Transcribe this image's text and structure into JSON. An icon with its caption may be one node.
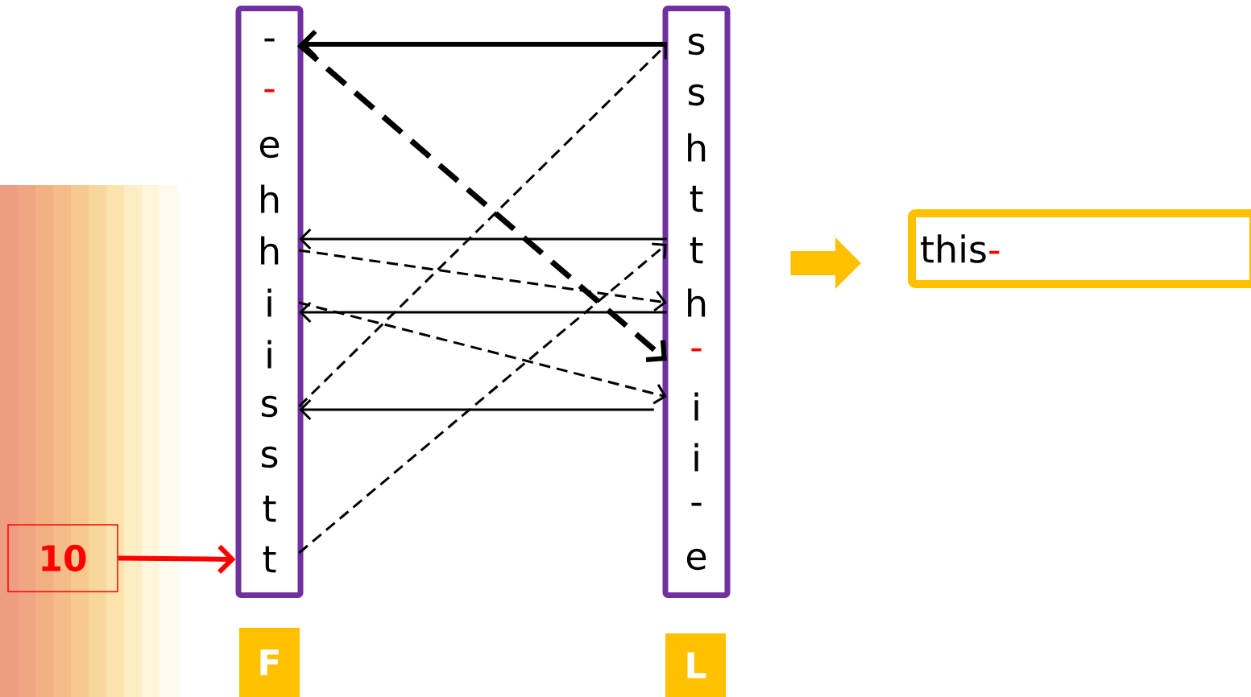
{
  "diagram": {
    "nodes": [
      {
        "text": [],
        "shape": "box"
      },
      {
        "text": [
          "-"
        ],
        "in": 0
      },
      {
        "text": [
          "-"
        ],
        "in": 0
      },
      {
        "text": [
          "e"
        ],
        "in": 0
      },
      {
        "text": [
          "h"
        ],
        "in": 0
      },
      {
        "text": [
          "h"
        ],
        "in": 0
      },
      {
        "text": [
          "i"
        ],
        "in": 0
      },
      {
        "text": [
          "i"
        ],
        "in": 0
      },
      {
        "text": [
          "s"
        ],
        "in": 0
      },
      {
        "text": [
          "s"
        ],
        "in": 0
      },
      {
        "text": [
          "t"
        ],
        "in": 0
      },
      {
        "text": [
          "t"
        ],
        "in": 0
      },
      {
        "text": [],
        "shape": "box"
      },
      {
        "text": [
          "s"
        ],
        "in": 12
      },
      {
        "text": [
          "s"
        ],
        "in": 12
      },
      {
        "text": [
          "h"
        ],
        "in": 12
      },
      {
        "text": [
          "t"
        ],
        "in": 12
      },
      {
        "text": [
          "t"
        ],
        "in": 12
      },
      {
        "text": [
          "h"
        ],
        "in": 12
      },
      {
        "text": [
          "-"
        ],
        "in": 12
      },
      {
        "text": [
          "i"
        ],
        "in": 12
      },
      {
        "text": [
          "i"
        ],
        "in": 12
      },
      {
        "text": [
          "-"
        ],
        "in": 12
      },
      {
        "text": [
          "e"
        ],
        "in": 12
      },
      {
        "text": [
          "10"
        ]
      },
      {
        "text": [
          "F"
        ]
      },
      {
        "text": [
          "L"
        ]
      },
      {
        "text": [
          "this",
          "-"
        ]
      }
    ],
    "edges": [
      {
        "from": 13,
        "to": 1,
        "arrow": "to",
        "style": "thick"
      },
      {
        "from": 1,
        "to": 19,
        "arrow": "to",
        "style": "dashed"
      },
      {
        "from": 8,
        "to": 13,
        "arrow": "to",
        "style": "dashed"
      },
      {
        "from": 17,
        "to": 5,
        "arrow": "to"
      },
      {
        "from": 5,
        "to": 18,
        "arrow": "to",
        "style": "dashed"
      },
      {
        "from": 11,
        "to": 17,
        "arrow": "to",
        "style": "dashed"
      },
      {
        "from": 18,
        "to": 6,
        "arrow": "to"
      },
      {
        "from": 6,
        "to": 20,
        "arrow": "to",
        "style": "dashed"
      },
      {
        "from": 20,
        "to": 8,
        "arrow": "to"
      },
      {
        "from": 24,
        "to": 11,
        "arrow": "to",
        "style": "thick",
        "color": "#ff0000"
      },
      {
        "from": 12,
        "to": 27,
        "arrow": "to",
        "style": "thick",
        "color": "#ffc000"
      }
    ]
  }
}
